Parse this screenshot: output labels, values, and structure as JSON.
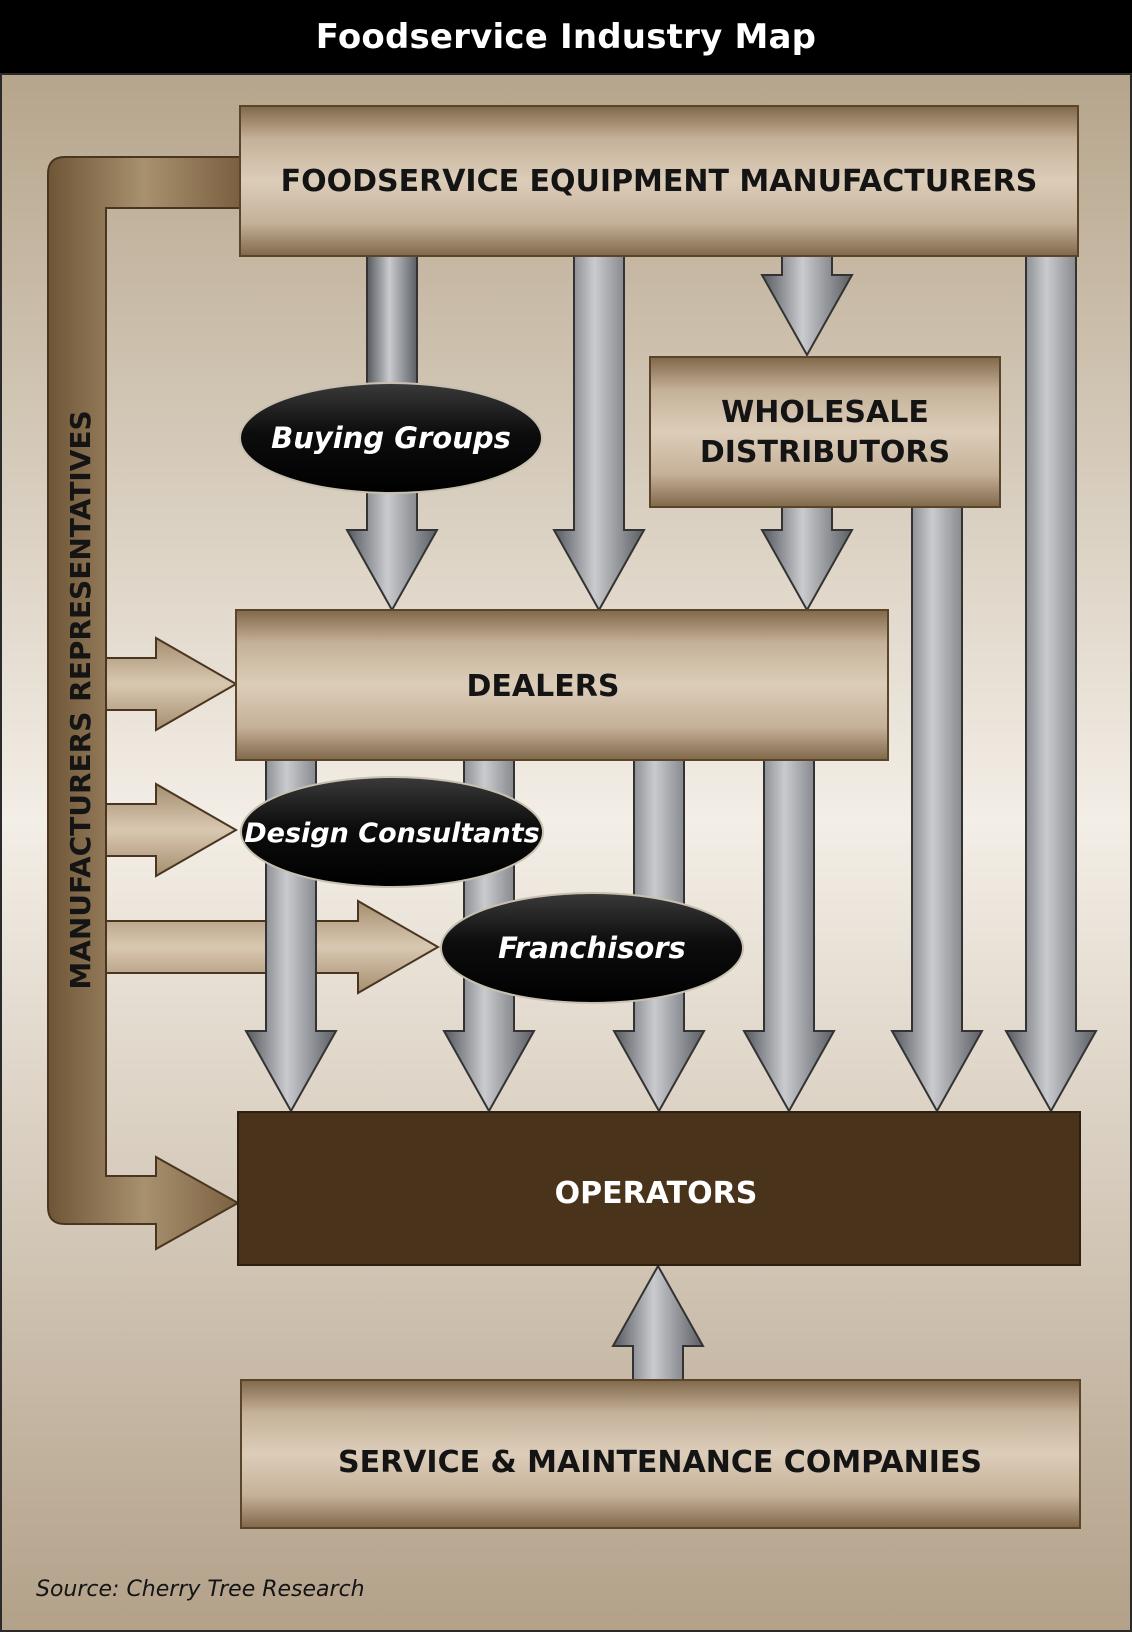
{
  "title": "Foodservice Industry Map",
  "nodes": {
    "manufacturers": "FOODSERVICE EQUIPMENT MANUFACTURERS",
    "wholesale_line1": "WHOLESALE",
    "wholesale_line2": "DISTRIBUTORS",
    "dealers": "DEALERS",
    "operators": "OPERATORS",
    "service": "SERVICE & MAINTENANCE COMPANIES"
  },
  "intermediaries": {
    "buying_groups": "Buying Groups",
    "design_consultants": "Design Consultants",
    "franchisors": "Franchisors"
  },
  "side_label": "MANUFACTURERS REPRESENTATIVES",
  "source": "Source:  Cherry Tree Research",
  "colors": {
    "panel_light": "#f2ede5",
    "panel_dark": "#b6a58c",
    "box_tan": "#c4b096",
    "box_dark_edge": "#7a6244",
    "operators": "#4a331b",
    "arrow_gray": "#8c8f94",
    "oval": "#141414"
  }
}
